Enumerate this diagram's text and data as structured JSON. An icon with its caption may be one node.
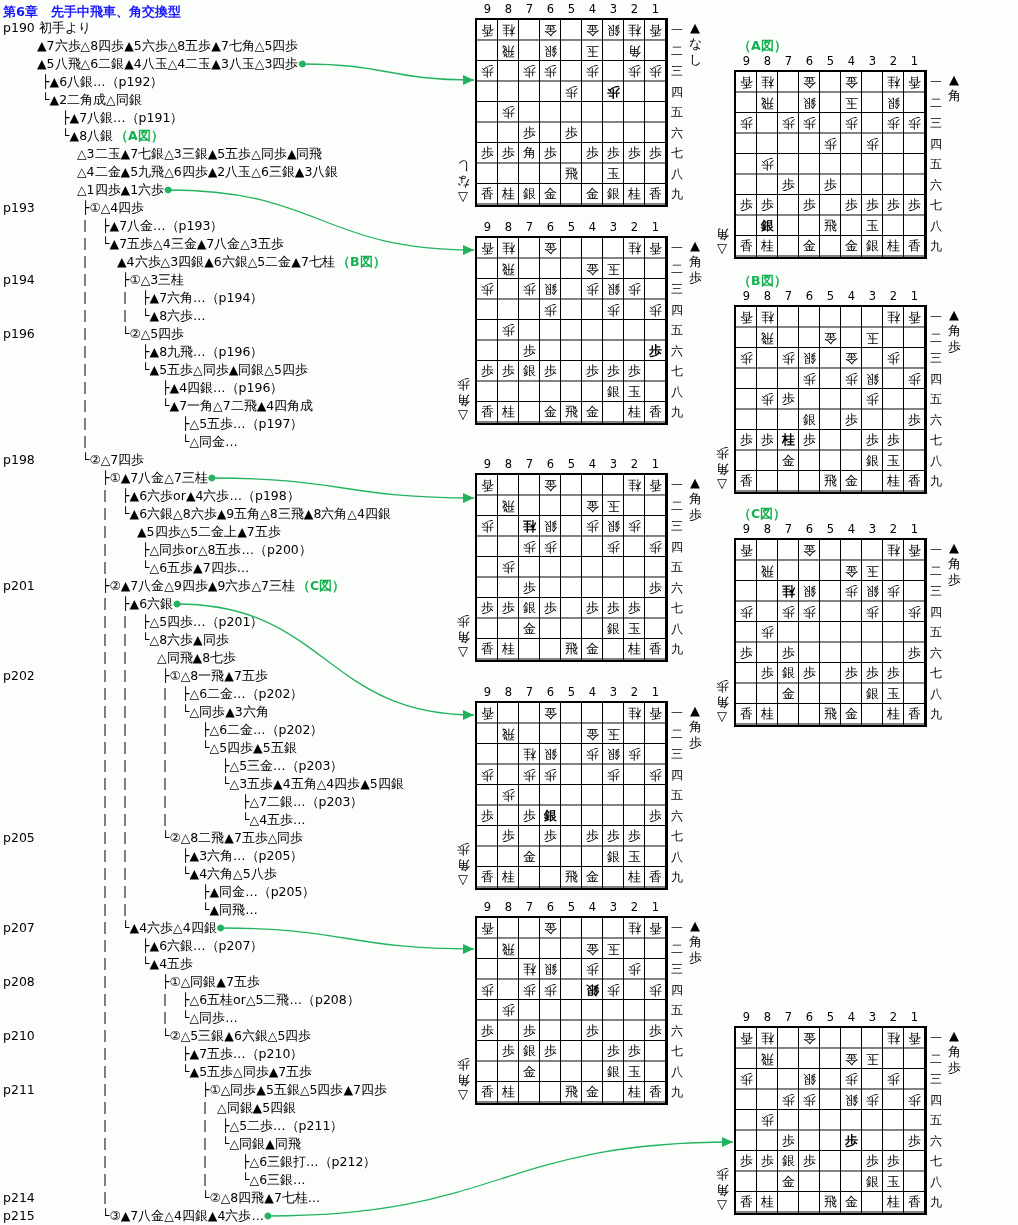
{
  "diagram": {
    "title": "第6章　先手中飛車、角交換型",
    "nodes": [
      {
        "text": [
          "▲5八飛△6二銀▲4八玉△4二玉▲3八玉△3四歩"
        ]
      },
      {
        "text": [
          "△1四歩▲1六歩"
        ]
      },
      {
        "text": [
          "├①▲7八金△7三桂"
        ]
      },
      {
        "text": [
          "├▲6六銀"
        ]
      },
      {
        "text": [
          "└▲4六歩△4四銀"
        ]
      },
      {
        "text": [
          "└③▲7八金△4四銀▲4六歩…"
        ]
      },
      {
        "text": [
          "香",
          "桂",
          "金",
          "金",
          "銀",
          "桂",
          "香",
          "飛",
          "銀",
          "玉",
          "角",
          "歩",
          "歩",
          "歩",
          "歩",
          "歩",
          "歩",
          "歩",
          "歩",
          "歩",
          "歩",
          "歩",
          "歩",
          "歩",
          "角",
          "歩",
          "歩",
          "歩",
          "歩",
          "歩",
          "飛",
          "玉",
          "香",
          "桂",
          "銀",
          "金",
          "金",
          "銀",
          "桂",
          "香"
        ],
        "beside": [
          "9",
          "8",
          "7",
          "6",
          "5",
          "4",
          "3",
          "2",
          "1",
          "一",
          "二",
          "三",
          "四",
          "五",
          "六",
          "七",
          "八",
          "九",
          "▲なし",
          "△なし"
        ]
      },
      {
        "text": [
          "香",
          "桂",
          "金",
          "桂",
          "香",
          "飛",
          "金",
          "玉",
          "歩",
          "歩",
          "銀",
          "歩",
          "銀",
          "歩",
          "歩",
          "歩",
          "歩",
          "歩",
          "歩",
          "歩",
          "歩",
          "歩",
          "銀",
          "歩",
          "歩",
          "歩",
          "歩",
          "銀",
          "玉",
          "香",
          "桂",
          "金",
          "飛",
          "金",
          "桂",
          "香"
        ],
        "beside": [
          "9",
          "8",
          "7",
          "6",
          "5",
          "4",
          "3",
          "2",
          "1",
          "一",
          "二",
          "三",
          "四",
          "五",
          "六",
          "七",
          "八",
          "九",
          "▲角歩",
          "△角歩"
        ]
      },
      {
        "text": [
          "香",
          "金",
          "桂",
          "香",
          "飛",
          "金",
          "玉",
          "歩",
          "桂",
          "銀",
          "歩",
          "銀",
          "歩",
          "歩",
          "歩",
          "歩",
          "歩",
          "歩",
          "歩",
          "歩",
          "歩",
          "歩",
          "銀",
          "歩",
          "歩",
          "歩",
          "歩",
          "金",
          "銀",
          "玉",
          "香",
          "桂",
          "飛",
          "金",
          "桂",
          "香"
        ],
        "beside": [
          "9",
          "8",
          "7",
          "6",
          "5",
          "4",
          "3",
          "2",
          "1",
          "一",
          "二",
          "三",
          "四",
          "五",
          "六",
          "七",
          "八",
          "九",
          "▲角歩",
          "△角歩"
        ]
      },
      {
        "text": [
          "香",
          "金",
          "桂",
          "香",
          "飛",
          "金",
          "玉",
          "桂",
          "銀",
          "歩",
          "銀",
          "歩",
          "歩",
          "歩",
          "歩",
          "歩",
          "歩",
          "歩",
          "歩",
          "歩",
          "銀",
          "歩",
          "歩",
          "歩",
          "歩",
          "歩",
          "歩",
          "金",
          "銀",
          "玉",
          "香",
          "桂",
          "飛",
          "金",
          "桂",
          "香"
        ],
        "beside": [
          "9",
          "8",
          "7",
          "6",
          "5",
          "4",
          "3",
          "2",
          "1",
          "一",
          "二",
          "三",
          "四",
          "五",
          "六",
          "七",
          "八",
          "九",
          "▲角歩",
          "△角歩"
        ]
      },
      {
        "text": [
          "香",
          "金",
          "桂",
          "香",
          "飛",
          "金",
          "玉",
          "桂",
          "銀",
          "歩",
          "歩",
          "歩",
          "歩",
          "歩",
          "銀",
          "歩",
          "歩",
          "歩",
          "歩",
          "歩",
          "歩",
          "歩",
          "歩",
          "銀",
          "歩",
          "歩",
          "歩",
          "金",
          "銀",
          "玉",
          "香",
          "桂",
          "飛",
          "金",
          "桂",
          "香"
        ],
        "beside": [
          "9",
          "8",
          "7",
          "6",
          "5",
          "4",
          "3",
          "2",
          "1",
          "一",
          "二",
          "三",
          "四",
          "五",
          "六",
          "七",
          "八",
          "九",
          "▲角歩",
          "△角歩"
        ]
      },
      {
        "text": [
          "（A図）",
          "香",
          "桂",
          "金",
          "金",
          "桂",
          "香",
          "飛",
          "銀",
          "玉",
          "銀",
          "歩",
          "歩",
          "歩",
          "歩",
          "歩",
          "歩",
          "歩",
          "歩",
          "歩",
          "歩",
          "歩",
          "歩",
          "歩",
          "歩",
          "歩",
          "歩",
          "歩",
          "歩",
          "銀",
          "飛",
          "玉",
          "香",
          "桂",
          "金",
          "金",
          "銀",
          "桂",
          "香"
        ],
        "beside": [
          "9",
          "8",
          "7",
          "6",
          "5",
          "4",
          "3",
          "2",
          "1",
          "一",
          "二",
          "三",
          "四",
          "五",
          "六",
          "七",
          "八",
          "九",
          "▲角",
          "△角"
        ]
      },
      {
        "text": [
          "（B図）",
          "香",
          "桂",
          "桂",
          "香",
          "飛",
          "金",
          "玉",
          "歩",
          "歩",
          "銀",
          "金",
          "歩",
          "歩",
          "歩",
          "銀",
          "歩",
          "歩",
          "歩",
          "歩",
          "銀",
          "歩",
          "歩",
          "歩",
          "歩",
          "桂",
          "歩",
          "歩",
          "歩",
          "金",
          "銀",
          "玉",
          "香",
          "飛",
          "金",
          "桂",
          "香"
        ],
        "beside": [
          "9",
          "8",
          "7",
          "6",
          "5",
          "4",
          "3",
          "2",
          "1",
          "一",
          "二",
          "三",
          "四",
          "五",
          "六",
          "七",
          "八",
          "九",
          "▲角歩",
          "△角歩"
        ]
      },
      {
        "text": [
          "（C図）",
          "香",
          "金",
          "桂",
          "香",
          "飛",
          "金",
          "玉",
          "桂",
          "銀",
          "歩",
          "銀",
          "歩",
          "歩",
          "歩",
          "歩",
          "歩",
          "歩",
          "歩",
          "歩",
          "歩",
          "歩",
          "歩",
          "銀",
          "歩",
          "歩",
          "歩",
          "歩",
          "金",
          "銀",
          "玉",
          "香",
          "桂",
          "飛",
          "金",
          "桂",
          "香"
        ],
        "beside": [
          "9",
          "8",
          "7",
          "6",
          "5",
          "4",
          "3",
          "2",
          "1",
          "一",
          "二",
          "三",
          "四",
          "五",
          "六",
          "七",
          "八",
          "九",
          "▲角歩",
          "△角歩"
        ]
      },
      {
        "text": [
          "香",
          "桂",
          "金",
          "桂",
          "香",
          "飛",
          "金",
          "玉",
          "歩",
          "銀",
          "歩",
          "歩",
          "歩",
          "歩",
          "銀",
          "歩",
          "歩",
          "歩",
          "歩",
          "歩",
          "歩",
          "歩",
          "歩",
          "銀",
          "歩",
          "歩",
          "歩",
          "金",
          "銀",
          "玉",
          "香",
          "桂",
          "飛",
          "金",
          "桂",
          "香"
        ],
        "beside": [
          "9",
          "8",
          "7",
          "6",
          "5",
          "4",
          "3",
          "2",
          "1",
          "一",
          "二",
          "三",
          "四",
          "五",
          "六",
          "七",
          "八",
          "九",
          "▲角歩",
          "△角歩"
        ]
      }
    ],
    "edges": [
      {
        "from": 0,
        "to": 6,
        "arrow": "to"
      },
      {
        "from": 1,
        "to": 7,
        "arrow": "to"
      },
      {
        "from": 2,
        "to": 8,
        "arrow": "to"
      },
      {
        "from": 3,
        "to": 9,
        "arrow": "to"
      },
      {
        "from": 4,
        "to": 10,
        "arrow": "to"
      },
      {
        "from": 5,
        "to": 14,
        "arrow": "to"
      }
    ],
    "labels": [
      "p190 初手より",
      "▲7六歩△8四歩▲5六歩△8五歩▲7七角△5四歩",
      "├▲6八銀…（p192）",
      "└▲2二角成△同銀",
      "├▲7八銀…（p191）",
      "└▲8八銀",
      "（A図）",
      "△3二玉▲7七銀△3三銀▲5五歩△同歩▲同飛",
      "△4二金▲5九飛△6四歩▲2八玉△6三銀▲3八銀",
      "p193",
      "├①△4四歩",
      "├▲7八金…（p193）",
      "└▲7五歩△4三金▲7八金△3五歩",
      "▲4六歩△3四銀▲6六銀△5二金▲7七桂",
      "（B図）",
      "p194",
      "├①△3三桂",
      "├▲7六角…（p194）",
      "└▲8六歩…",
      "p196",
      "└②△5四歩",
      "├▲8九飛…（p196）",
      "└▲5五歩△同歩▲同銀△5四歩",
      "├▲4四銀…（p196）",
      "└▲7一角△7二飛▲4四角成",
      "├△5五歩…（p197）",
      "└△同金…",
      "p198",
      "└②△7四歩",
      "├▲6六歩or▲4六歩…（p198）",
      "└▲6六銀△8六歩▲9五角△8三飛▲8六角△4四銀",
      "▲5四歩△5二金上▲7五歩",
      "├△同歩or△8五歩…（p200）",
      "└△6五歩▲7四歩…",
      "p201",
      "├②▲7八金△9四歩▲9六歩△7三桂",
      "（C図）",
      "├△5四歩…（p201）",
      "└△8六歩▲同歩",
      "△同飛▲8七歩",
      "p202",
      "├①△8一飛▲7五歩",
      "├△6二金…（p202）",
      "└△同歩▲3六角",
      "├△6二金…（p202）",
      "└△5四歩▲5五銀",
      "├△5三金…（p203）",
      "└△3五歩▲4五角△4四歩▲5四銀",
      "├△7二銀…（p203）",
      "└△4五歩…",
      "p205",
      "└②△8二飛▲7五歩△同歩",
      "├▲3六角…（p205）",
      "└▲4六角△5八歩",
      "├▲同金…（p205）",
      "└▲同飛…",
      "p207",
      "├▲6六銀…（p207）",
      "└▲4五歩",
      "p208",
      "├①△同銀▲7五歩",
      "├△6五桂or△5二飛…（p208）",
      "└△同歩…",
      "p210",
      "└②△5三銀▲6六銀△5四歩",
      "├▲7五歩…（p210）",
      "└▲5五歩△同歩▲7五歩",
      "p211",
      "├①△同歩▲5五銀△5四歩▲7四歩",
      "△同銀▲5四銀",
      "├△5二歩…（p211）",
      "└△同銀▲同飛",
      "├△6三銀打…（p212）",
      "└△6三銀…",
      "p214",
      "└②△8四飛▲7七桂…",
      "p215"
    ]
  }
}
